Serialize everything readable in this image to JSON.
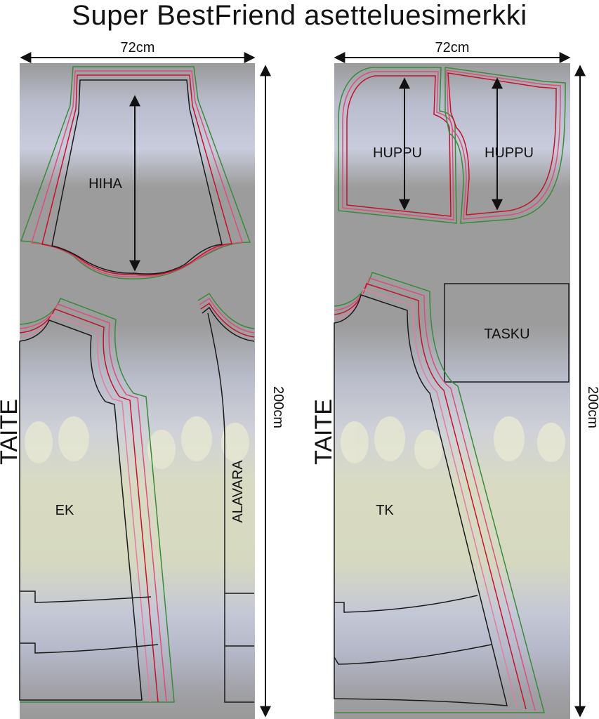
{
  "title": "Super BestFriend asetteluesimerkki",
  "panels": [
    {
      "width_label": "72cm",
      "height_label": "200cm",
      "fold_label": "TAITE",
      "pieces": [
        "HIHA",
        "EK",
        "ALAVARA"
      ]
    },
    {
      "width_label": "72cm",
      "height_label": "200cm",
      "fold_label": "TAITE",
      "pieces": [
        "HUPPU",
        "HUPPU",
        "TASKU",
        "TK"
      ]
    }
  ],
  "colors": {
    "fabric_base": "#9b9b9b",
    "fabric_light": "#c9ccdc",
    "fabric_green": "#d9dcc4",
    "line_black": "#1a1a1a",
    "line_green": "#3a8a3a",
    "line_red": "#c8102e",
    "line_pink": "#d9507a"
  }
}
